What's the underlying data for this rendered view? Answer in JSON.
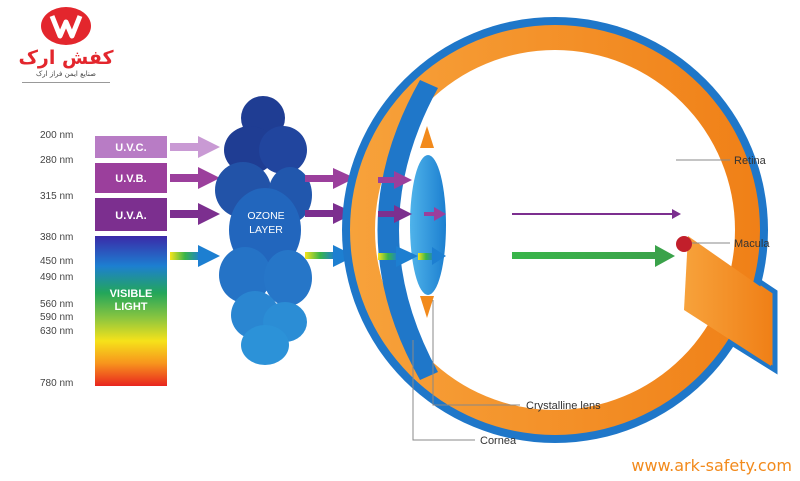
{
  "logo": {
    "name": "کفش ارک",
    "tagline": "صنایع ایمن فراز ارک"
  },
  "wavelengths": [
    "200 nm",
    "280 nm",
    "315 nm",
    "380 nm",
    "450 nm",
    "490 nm",
    "560 nm",
    "590 nm",
    "630 nm",
    "780 nm"
  ],
  "bands": {
    "uvc": "U.V.C.",
    "uvb": "U.V.B.",
    "uva": "U.V.A.",
    "visible_line1": "VISIBLE",
    "visible_line2": "LIGHT"
  },
  "ozone": {
    "line1": "OZONE",
    "line2": "LAYER"
  },
  "eye_labels": {
    "retina": "Retina",
    "macula": "Macula",
    "lens": "Crystalline lens",
    "cornea": "Cornea"
  },
  "colors": {
    "uvc": "#b87cc5",
    "uvb": "#9b3f9c",
    "uva": "#7c2f8f",
    "ozone": "#2a5fb5",
    "eye_orange": "#f28a1c",
    "eye_blue": "#1f77c9",
    "macula": "#c21f2b",
    "website": "#f28a1c"
  },
  "website": "www.ark-safety.com"
}
